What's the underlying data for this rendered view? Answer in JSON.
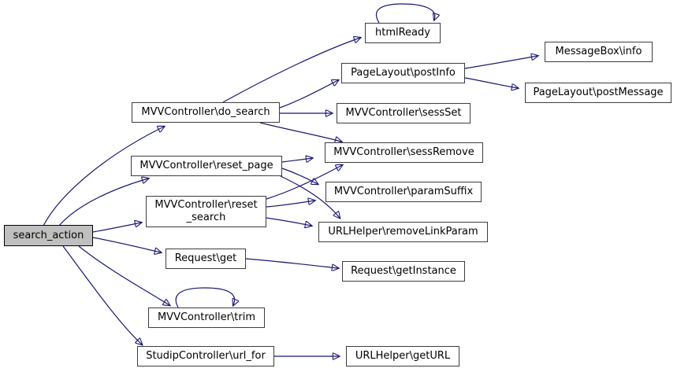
{
  "colors": {
    "edge": "#191970",
    "node_fill": "#ffffff",
    "node_border": "#3d3d3d",
    "highlight_fill": "#bfbfbf",
    "highlight_border": "#000000",
    "text": "#000000",
    "background": "#ffffff"
  },
  "nodes": {
    "search_action": {
      "label": "search_action",
      "highlighted": true
    },
    "do_search": {
      "label": "MVVController\\do_search"
    },
    "reset_page": {
      "label": "MVVController\\reset_page"
    },
    "reset_search": {
      "label": "MVVController\\reset",
      "label2": "_search"
    },
    "request_get": {
      "label": "Request\\get"
    },
    "trim": {
      "label": "MVVController\\trim"
    },
    "url_for": {
      "label": "StudipController\\url_for"
    },
    "htmlready": {
      "label": "htmlReady"
    },
    "postinfo": {
      "label": "PageLayout\\postInfo"
    },
    "messagebox_info": {
      "label": "MessageBox\\info"
    },
    "postmessage": {
      "label": "PageLayout\\postMessage"
    },
    "sessset": {
      "label": "MVVController\\sessSet"
    },
    "sessremove": {
      "label": "MVVController\\sessRemove"
    },
    "paramsuffix": {
      "label": "MVVController\\paramSuffix"
    },
    "removelinkparam": {
      "label": "URLHelper\\removeLinkParam"
    },
    "getinstance": {
      "label": "Request\\getInstance"
    },
    "geturl": {
      "label": "URLHelper\\getURL"
    }
  },
  "edges": [
    {
      "from": "search_action",
      "to": "do_search"
    },
    {
      "from": "search_action",
      "to": "reset_page"
    },
    {
      "from": "search_action",
      "to": "reset_search"
    },
    {
      "from": "search_action",
      "to": "request_get"
    },
    {
      "from": "search_action",
      "to": "trim"
    },
    {
      "from": "search_action",
      "to": "url_for"
    },
    {
      "from": "do_search",
      "to": "htmlready"
    },
    {
      "from": "do_search",
      "to": "postinfo"
    },
    {
      "from": "do_search",
      "to": "sessset"
    },
    {
      "from": "do_search",
      "to": "sessremove"
    },
    {
      "from": "reset_page",
      "to": "sessremove"
    },
    {
      "from": "reset_page",
      "to": "paramsuffix"
    },
    {
      "from": "reset_page",
      "to": "removelinkparam"
    },
    {
      "from": "reset_search",
      "to": "sessremove"
    },
    {
      "from": "reset_search",
      "to": "paramsuffix"
    },
    {
      "from": "reset_search",
      "to": "removelinkparam"
    },
    {
      "from": "request_get",
      "to": "getinstance"
    },
    {
      "from": "url_for",
      "to": "geturl"
    },
    {
      "from": "postinfo",
      "to": "messagebox_info"
    },
    {
      "from": "postinfo",
      "to": "postmessage"
    },
    {
      "from": "htmlready",
      "to": "htmlready"
    },
    {
      "from": "trim",
      "to": "trim"
    }
  ]
}
